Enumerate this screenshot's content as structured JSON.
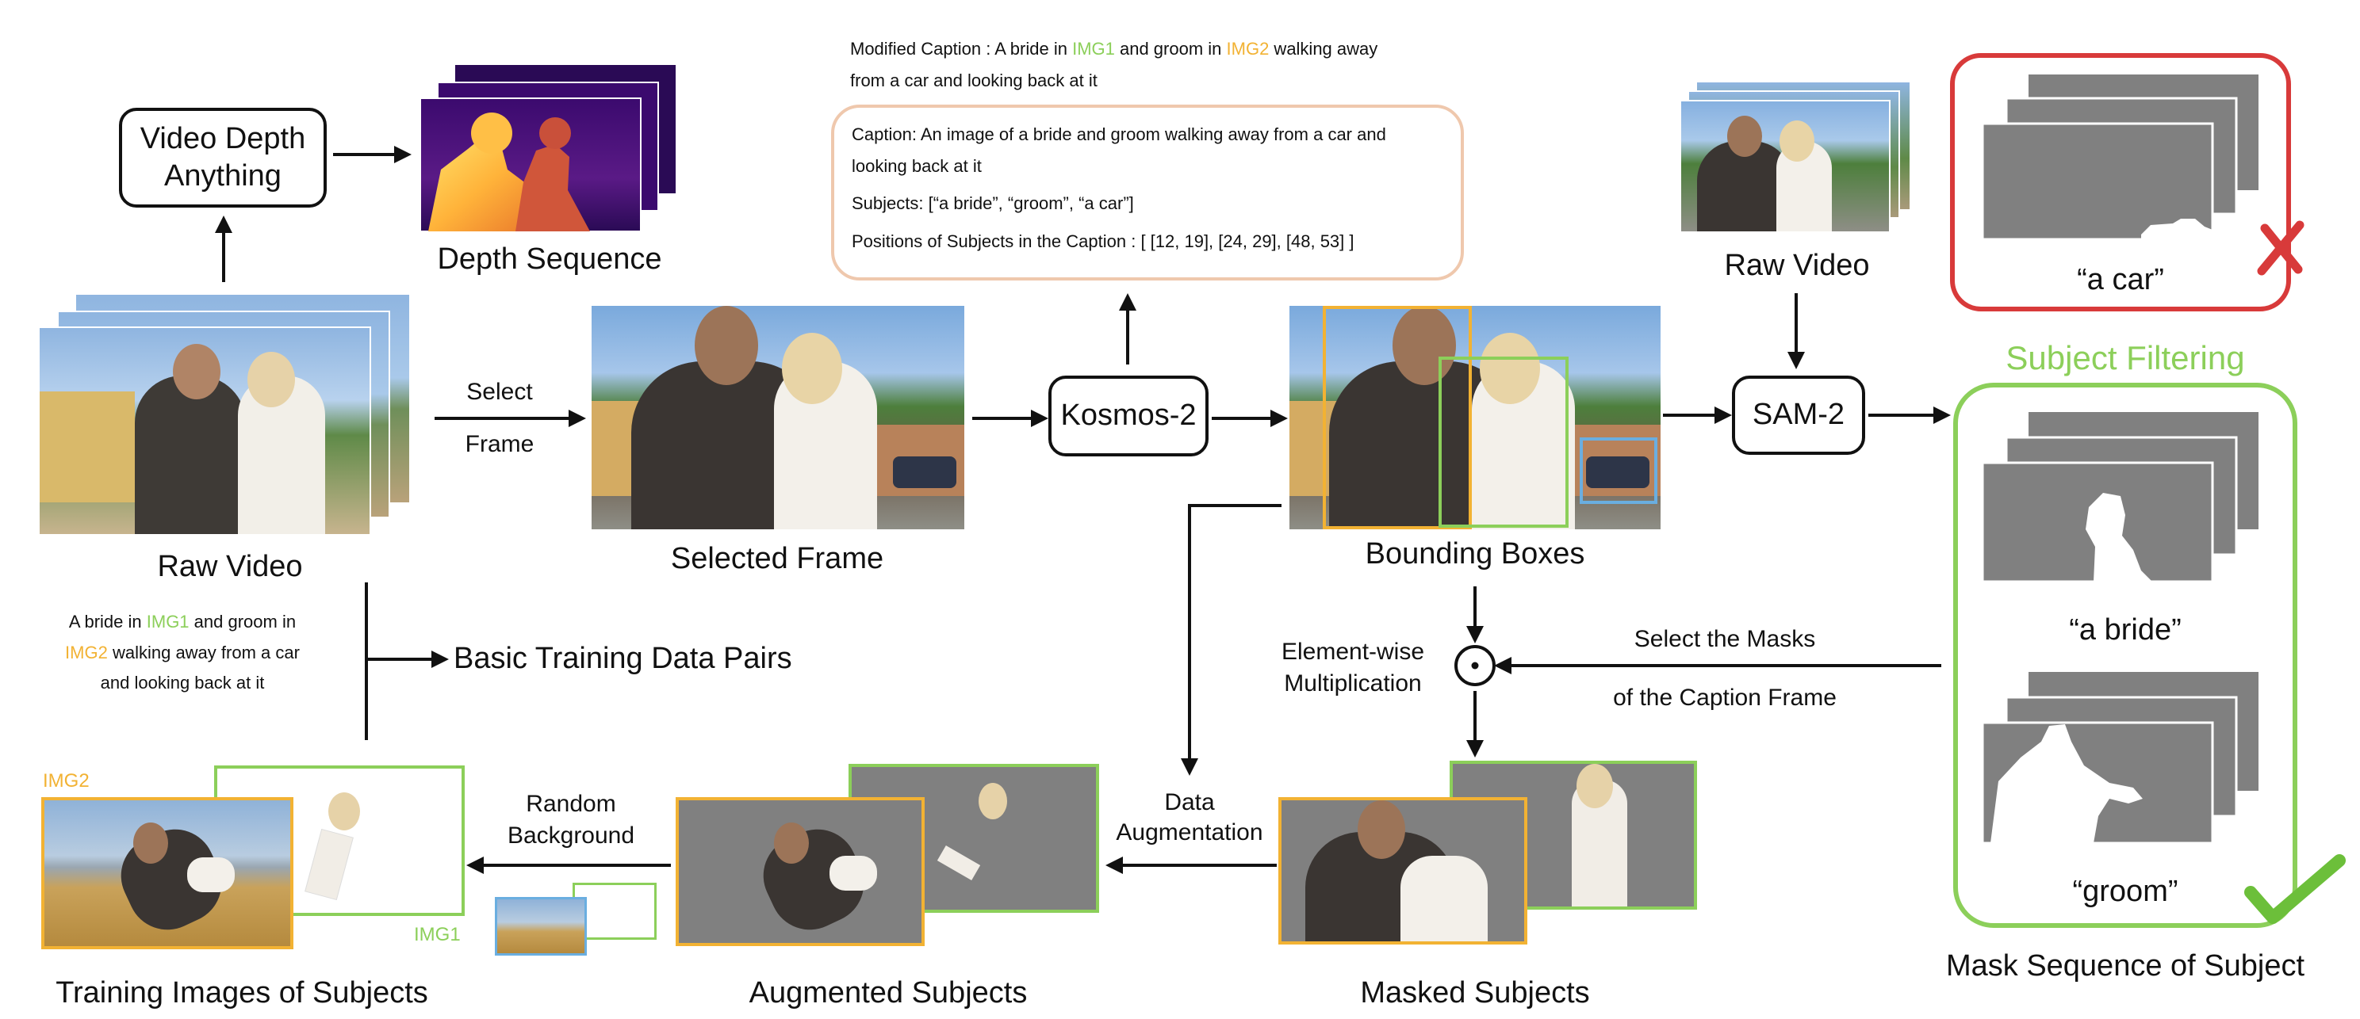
{
  "labels": {
    "vda_line1": "Video Depth",
    "vda_line2": "Anything",
    "depth_sequence": "Depth Sequence",
    "raw_video_left": "Raw Video",
    "select": "Select",
    "frame": "Frame",
    "selected_frame": "Selected Frame",
    "kosmos": "Kosmos-2",
    "bounding_boxes": "Bounding Boxes",
    "sam": "SAM-2",
    "raw_video_right": "Raw Video",
    "subject_filtering": "Subject Filtering",
    "a_car": "“a car”",
    "a_bride": "“a bride”",
    "groom": "“groom”",
    "mask_sequence": "Mask Sequence of Subject",
    "basic_training": "Basic Training Data Pairs",
    "element_wise_1": "Element-wise",
    "element_wise_2": "Multiplication",
    "select_masks_1": "Select the Masks",
    "select_masks_2": "of the Caption Frame",
    "data_aug_1": "Data",
    "data_aug_2": "Augmentation",
    "random_bg_1": "Random",
    "random_bg_2": "Background",
    "training_images": "Training Images of Subjects",
    "augmented_subjects": "Augmented Subjects",
    "masked_subjects": "Masked Subjects",
    "img1": "IMG1",
    "img2": "IMG2",
    "odot": "·"
  },
  "modified_caption": {
    "label": "Modified Caption : ",
    "p1": "A bride in ",
    "img1": "IMG1",
    "p2": " and groom in ",
    "img2": "IMG2",
    "p3": " walking away",
    "line2": "from a car and looking back at it"
  },
  "caption_box": {
    "caption_label": "Caption: ",
    "caption_line1": "An image of a bride and groom walking away from a car and",
    "caption_line2": "looking back at it",
    "subjects_label": "Subjects: ",
    "subjects_value": "[“a bride”, “groom”, “a car”]",
    "positions_label": "Positions of Subjects in the Caption : ",
    "positions_value": "[ [12, 19], [24, 29], [48, 53] ]"
  },
  "left_caption": {
    "p1": "A bride in ",
    "img1": "IMG1",
    "p2": " and groom in",
    "img2": "IMG2",
    "p3": " walking away from a car",
    "line3": "and looking back at it"
  },
  "colors": {
    "green": "#8ccf5a",
    "yellow": "#f2b233",
    "blue": "#6aaee0",
    "red": "#d83a3a",
    "peach": "#efc8ad",
    "mask_gray": "#808080"
  }
}
